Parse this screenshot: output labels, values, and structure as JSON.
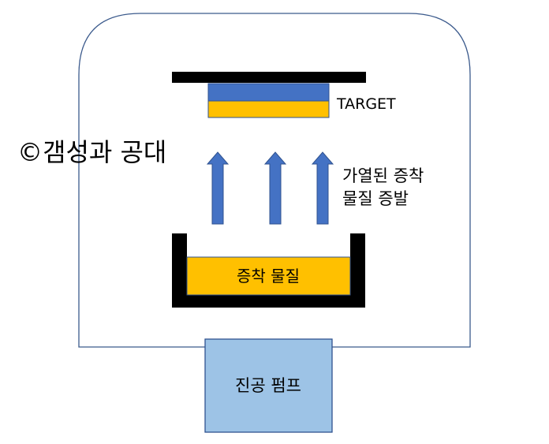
{
  "watermark": "©갬성과 공대",
  "target_label": "TARGET",
  "evaporation_label": [
    "가열된 증착",
    "물질 증발"
  ],
  "material_label": "증착 물질",
  "pump_label": "진공 펌프",
  "colors": {
    "chamber_outline": "#3b5a8c",
    "target_blue": "#4472c4",
    "target_yellow": "#ffc000",
    "holder_black": "#000000",
    "arrow_fill": "#4472c4",
    "arrow_stroke": "#2f528f",
    "material_fill": "#ffc000",
    "pump_fill": "#9dc3e6",
    "pump_stroke": "#2f528f"
  }
}
